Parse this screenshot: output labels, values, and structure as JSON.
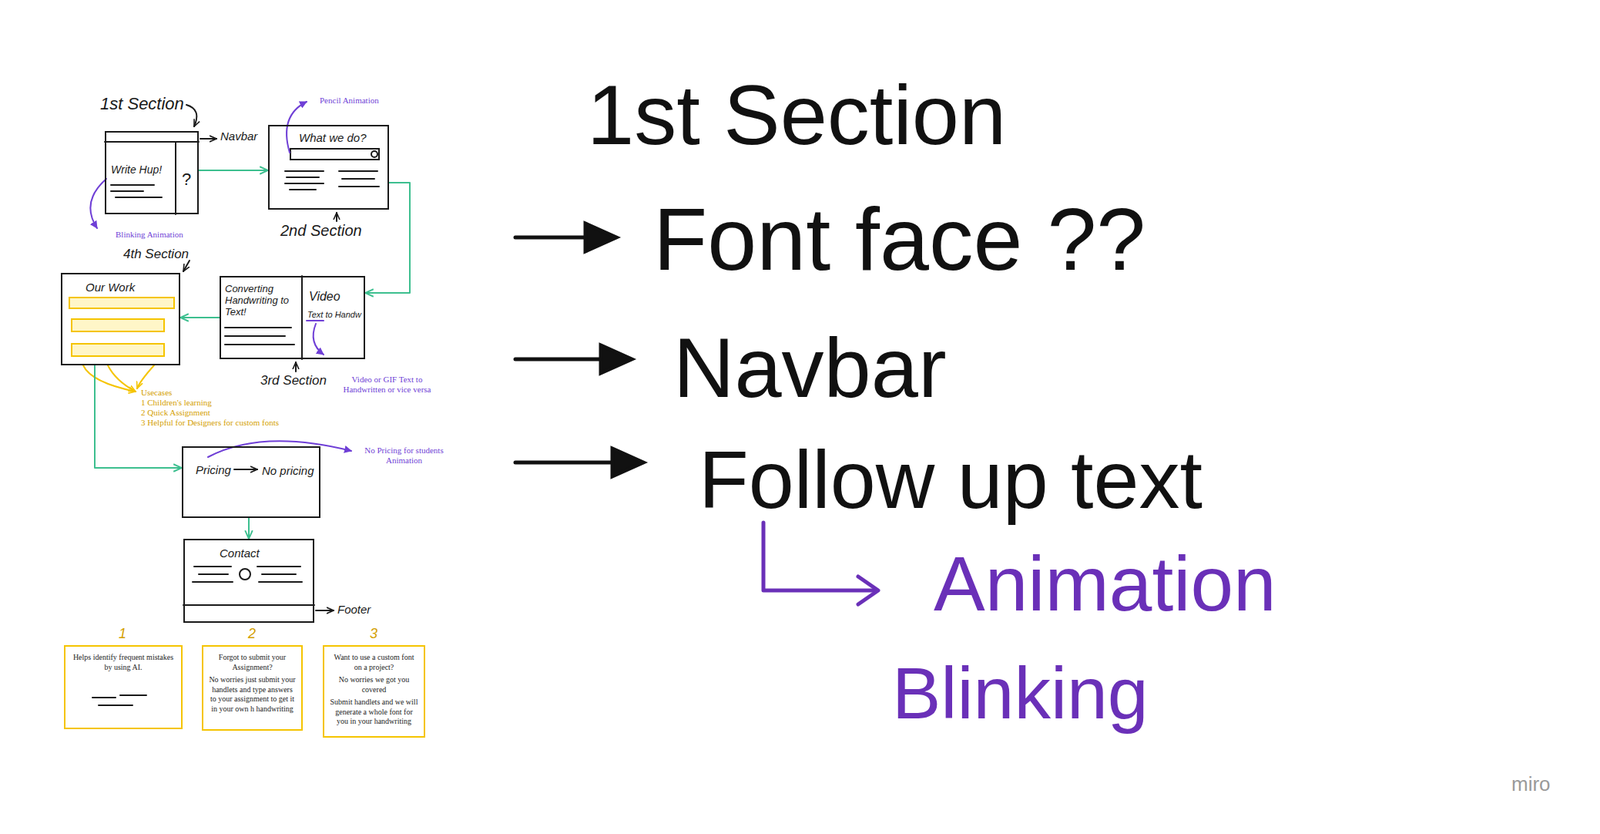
{
  "diagram": {
    "nodes": [
      {
        "text": [
          "Write Hup!",
          "?"
        ]
      },
      {
        "text": [
          "What we do?"
        ]
      },
      {
        "text": [
          "Converting Handwriting to Text!",
          "Video",
          "Text to Handw"
        ]
      },
      {
        "text": [
          "Our Work"
        ]
      },
      {
        "text": [
          "Pricing",
          "No pricing"
        ]
      },
      {
        "text": [
          "Contact"
        ]
      },
      {
        "text": [
          "Helps identify frequent mistakes by using AI."
        ]
      },
      {
        "text": [
          "Forgot to submit your Assignment?",
          "No worries just submit your handlets and type answers to your assignment to get it in your own h handwriting"
        ]
      },
      {
        "text": [
          "Want to use a custom font on a project?",
          "No worries we got you covered",
          "Submit handlets and we will generate a whole font for you in your handwriting"
        ]
      }
    ],
    "edges": [
      {
        "from": 0,
        "to": 1,
        "arrow": "to"
      },
      {
        "from": 1,
        "to": 2,
        "arrow": "to"
      },
      {
        "from": 2,
        "to": 3,
        "arrow": "to"
      },
      {
        "from": 3,
        "to": 4,
        "arrow": "to"
      },
      {
        "from": 4,
        "to": 5,
        "arrow": "to"
      }
    ],
    "labels": [
      "1st Section",
      "Navbar",
      "Blinking Animation",
      "Pencil Animation",
      "2nd Section",
      "4th Section",
      "3rd Section",
      "Video or GIF Text to Handwritten or vice versa",
      "Usecases",
      "1 Children's learning",
      "2 Quick Assignment",
      "3 Helpful for Designers for custom fonts",
      "No Pricing for students Animation",
      "Footer",
      "1",
      "2",
      "3",
      "1st Section",
      "Font face ??",
      "Navbar",
      "Follow up text",
      "Animation",
      "Blinking",
      "miro"
    ]
  }
}
